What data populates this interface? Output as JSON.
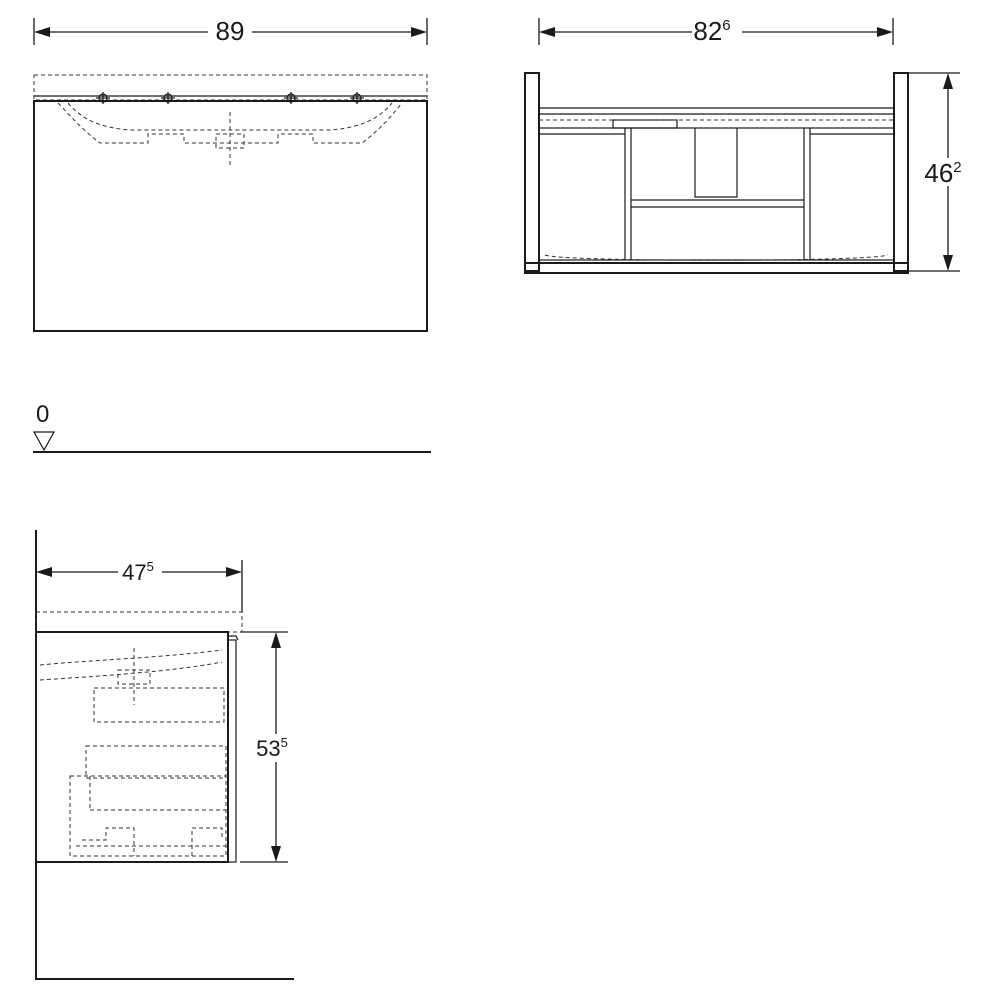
{
  "dimensions": {
    "front_width": {
      "main": "89",
      "sup": ""
    },
    "top_width": {
      "main": "82",
      "sup": "6"
    },
    "top_height": {
      "main": "46",
      "sup": "2"
    },
    "side_depth": {
      "main": "47",
      "sup": "5"
    },
    "side_height": {
      "main": "53",
      "sup": "5"
    }
  },
  "floor_level": {
    "label": "0"
  },
  "colors": {
    "line": "#1a1a1a",
    "hidden_line": "#333333",
    "background": "#ffffff"
  }
}
